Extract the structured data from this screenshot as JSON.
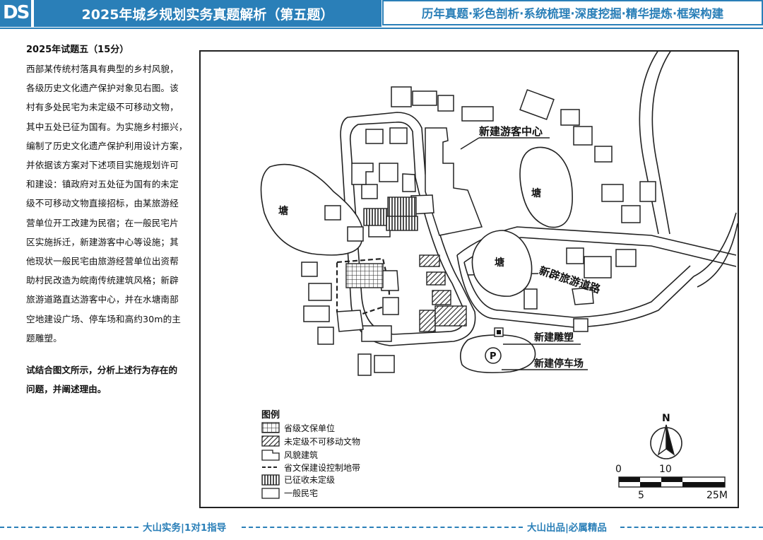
{
  "header": {
    "logo": "DS",
    "title": "2025年城乡规划实务真题解析（第五题）",
    "tagline": "历年真题·彩色剖析·系统梳理·深度挖掘·精华提炼·框架构建"
  },
  "question": {
    "title": "2025年试题五（15分）",
    "lines": [
      "西部某传统村落具有典型的乡村风貌，",
      "各级历史文化遗产保护对象见右图。该",
      "村有多处民宅为未定级不可移动文物，",
      "其中五处已征为国有。为实施乡村振兴，",
      "编制了历史文化遗产保护利用设计方案，",
      "并依据该方案对下述项目实施规划许可",
      "和建设：镇政府对五处征为国有的未定",
      "级不可移动文物直接招标，由某旅游经",
      "营单位开工改建为民宿；在一般民宅片",
      "区实施拆迁，新建游客中心等设施；其",
      "他现状一般民宅由旅游经营单位出资帮",
      "助村民改造为皖南传统建筑风格；新辟",
      "旅游道路直达游客中心，并在水塘南部",
      "空地建设广场、停车场和高约30m的主",
      "题雕塑。"
    ],
    "ask_lines": [
      "试结合图文所示，分析上述行为存在的",
      "问题，并阐述理由。"
    ]
  },
  "map": {
    "labels": {
      "visitor_center": "新建游客中心",
      "pond": "塘",
      "new_road": "新辟旅游道路",
      "sculpture": "新建雕塑",
      "parking": "新建停车场",
      "parking_symbol": "P"
    },
    "legend": {
      "title": "图例",
      "items": [
        "省级文保单位",
        "未定级不可移动文物",
        "风貌建筑",
        "省文保建设控制地带",
        "已征收未定级",
        "一般民宅"
      ]
    },
    "north": "N",
    "scale": {
      "top": [
        "0",
        "10"
      ],
      "bottom": [
        "5",
        "25M"
      ]
    }
  },
  "footer": {
    "left": "大山实务|1对1指导",
    "right": "大山出品|必属精品"
  },
  "colors": {
    "accent": "#2a7fb8"
  }
}
